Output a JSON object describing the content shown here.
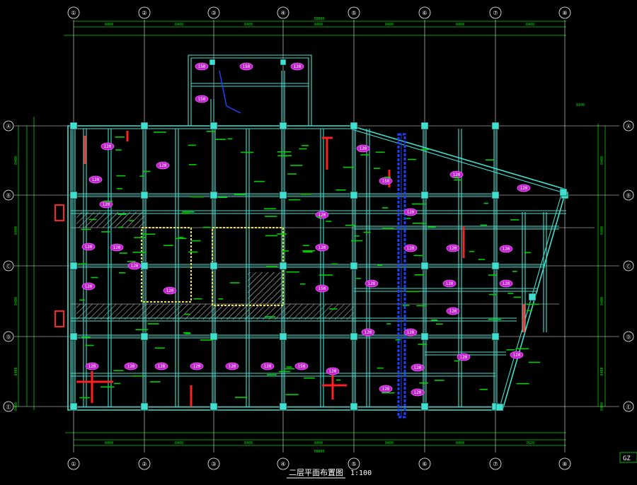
{
  "drawing": {
    "title": "二层平面布置图",
    "scale": "1:100",
    "sheet_tag": "GZ"
  },
  "axes": {
    "vertical": [
      "①",
      "②",
      "③",
      "④",
      "⑤",
      "⑥",
      "⑦",
      "⑧"
    ],
    "horizontal": [
      "Ⓐ",
      "Ⓑ",
      "Ⓒ",
      "Ⓓ",
      "Ⓔ",
      "Ⓕ"
    ]
  },
  "dimensions": {
    "top_overall": "58800",
    "top_spans": [
      "8400",
      "8400",
      "8400",
      "8400",
      "8400",
      "8400",
      "8400"
    ],
    "bottom_overall": "58800",
    "bottom_spans": [
      "8400",
      "8400",
      "8400",
      "8400",
      "8400",
      "8400",
      "7620"
    ],
    "left_spans": [
      "8400",
      "8400",
      "8400",
      "8400",
      "8400"
    ],
    "right_spans": [
      "8400",
      "8400",
      "8400",
      "8400",
      "8400"
    ],
    "right_diagonal": "8100"
  },
  "labels": {
    "slab_thickness_tags": [
      "120",
      "150",
      "120",
      "150",
      "120",
      "120",
      "120",
      "150",
      "120",
      "120",
      "120",
      "120",
      "120",
      "120",
      "150",
      "120",
      "150",
      "120",
      "120",
      "120",
      "120",
      "120",
      "120",
      "120",
      "120",
      "120",
      "120",
      "120",
      "120",
      "120",
      "120",
      "120",
      "150",
      "120",
      "120",
      "120",
      "120",
      "120",
      "120",
      "120",
      "120",
      "120",
      "120"
    ]
  },
  "colors": {
    "background": "#000000",
    "beam": "#40e0d0",
    "dimension": "#00e000",
    "wall": "#ff2020",
    "shaft": "#1a3cff",
    "tag": "#ff40ff",
    "text": "#ffffff",
    "core": "#f0e030"
  }
}
